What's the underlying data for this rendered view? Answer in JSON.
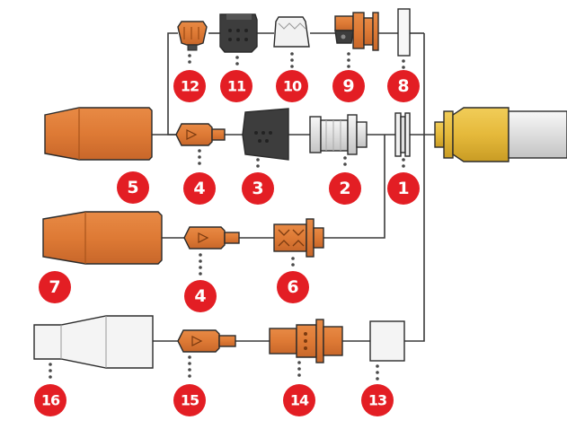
{
  "diagram": {
    "colors": {
      "copper": "#de7a35",
      "copper_dark": "#b85d1f",
      "black_part": "#3d3d3d",
      "white_part": "#f2f2f2",
      "gray_part": "#d9d9d9",
      "brass": "#e5b93b",
      "hose": "#dcdcdc",
      "badge": "#e31e24",
      "line": "#3a3a3a"
    },
    "labels": {
      "n1": "1",
      "n2": "2",
      "n3": "3",
      "n4a": "4",
      "n4b": "4",
      "n5": "5",
      "n6": "6",
      "n7": "7",
      "n8": "8",
      "n9": "9",
      "n10": "10",
      "n11": "11",
      "n12": "12",
      "n13": "13",
      "n14": "14",
      "n15": "15",
      "n16": "16"
    }
  }
}
